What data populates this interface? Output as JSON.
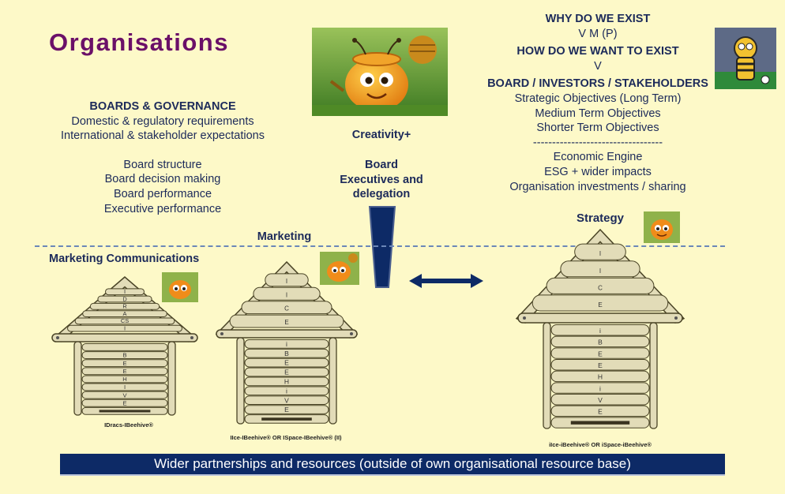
{
  "title": "Organisations",
  "governance": {
    "heading": "BOARDS & GOVERNANCE",
    "lines": [
      "Domestic & regulatory requirements",
      "International & stakeholder expectations"
    ],
    "items": [
      "Board structure",
      "Board decision making",
      "Board performance",
      "Executive performance"
    ]
  },
  "center": {
    "creativity": "Creativity+",
    "board_lines": [
      "Board",
      "Executives and",
      "delegation"
    ]
  },
  "purpose": {
    "why_heading": "WHY DO WE EXIST",
    "why_value": "V M (P)",
    "how_heading": "HOW DO WE WANT TO EXIST",
    "how_value": "V",
    "board_heading": "BOARD / INVESTORS / STAKEHOLDERS",
    "objectives": [
      "Strategic Objectives (Long Term)",
      "Medium Term Objectives",
      "Shorter Term Objectives"
    ],
    "separator": "----------------------------------",
    "engine": [
      "Economic Engine",
      "ESG + wider impacts",
      "Organisation investments / sharing"
    ]
  },
  "labels": {
    "marketing": "Marketing",
    "marketing_communications": "Marketing Communications",
    "strategy": "Strategy"
  },
  "houses": {
    "small": {
      "roof_letters": [
        "I",
        "D",
        "R",
        "A",
        "CS",
        "I"
      ],
      "body_letters": [
        "B",
        "E",
        "E",
        "H",
        "I",
        "V",
        "E"
      ],
      "caption": "IDracs-IBeehive®"
    },
    "middle": {
      "roof_letters": [
        "I",
        "I",
        "C",
        "E"
      ],
      "body_letters": [
        "i",
        "B",
        "E",
        "E",
        "H",
        "i",
        "V",
        "E"
      ],
      "caption": "IIce-IBeehive® OR ISpace-IBeehive® (II)"
    },
    "large": {
      "roof_letters": [
        "I",
        "I",
        "C",
        "E"
      ],
      "body_letters": [
        "i",
        "B",
        "E",
        "E",
        "H",
        "i",
        "V",
        "E"
      ],
      "caption": "iIce-iBeehive® OR iSpace-iBeehive®"
    }
  },
  "banner": "Wider partnerships and resources (outside of own organisational resource base)",
  "colors": {
    "background": "#fdf9c8",
    "title": "#6b1068",
    "text": "#1c2a5a",
    "banner": "#0d2a66",
    "wood": "#e2dcb8",
    "wood_outline": "#4a4426"
  },
  "icons": [
    "honey-pot-mascot-icon",
    "bee-referee-icon",
    "bee-mascot-icon",
    "double-arrow-icon",
    "funnel-icon"
  ]
}
